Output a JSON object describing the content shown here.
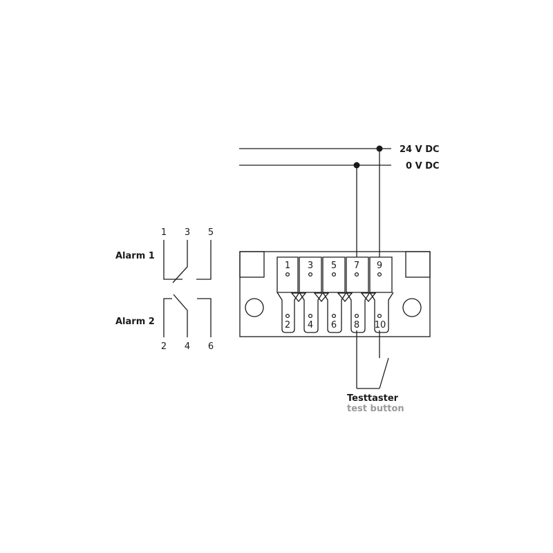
{
  "rails": {
    "top": "24 V DC",
    "bottom": "0 V DC"
  },
  "alarm1": {
    "label": "Alarm 1",
    "terminals": [
      "1",
      "3",
      "5"
    ]
  },
  "alarm2": {
    "label": "Alarm 2",
    "terminals": [
      "2",
      "4",
      "6"
    ]
  },
  "connector": {
    "top_pins": [
      "1",
      "3",
      "5",
      "7",
      "9"
    ],
    "bottom_pins": [
      "2",
      "4",
      "6",
      "8",
      "10"
    ]
  },
  "test_button": {
    "label_de": "Testtaster",
    "label_en": "test button"
  },
  "colors": {
    "line": "#1a1a1a",
    "secondary_text": "#9a9a9a"
  }
}
